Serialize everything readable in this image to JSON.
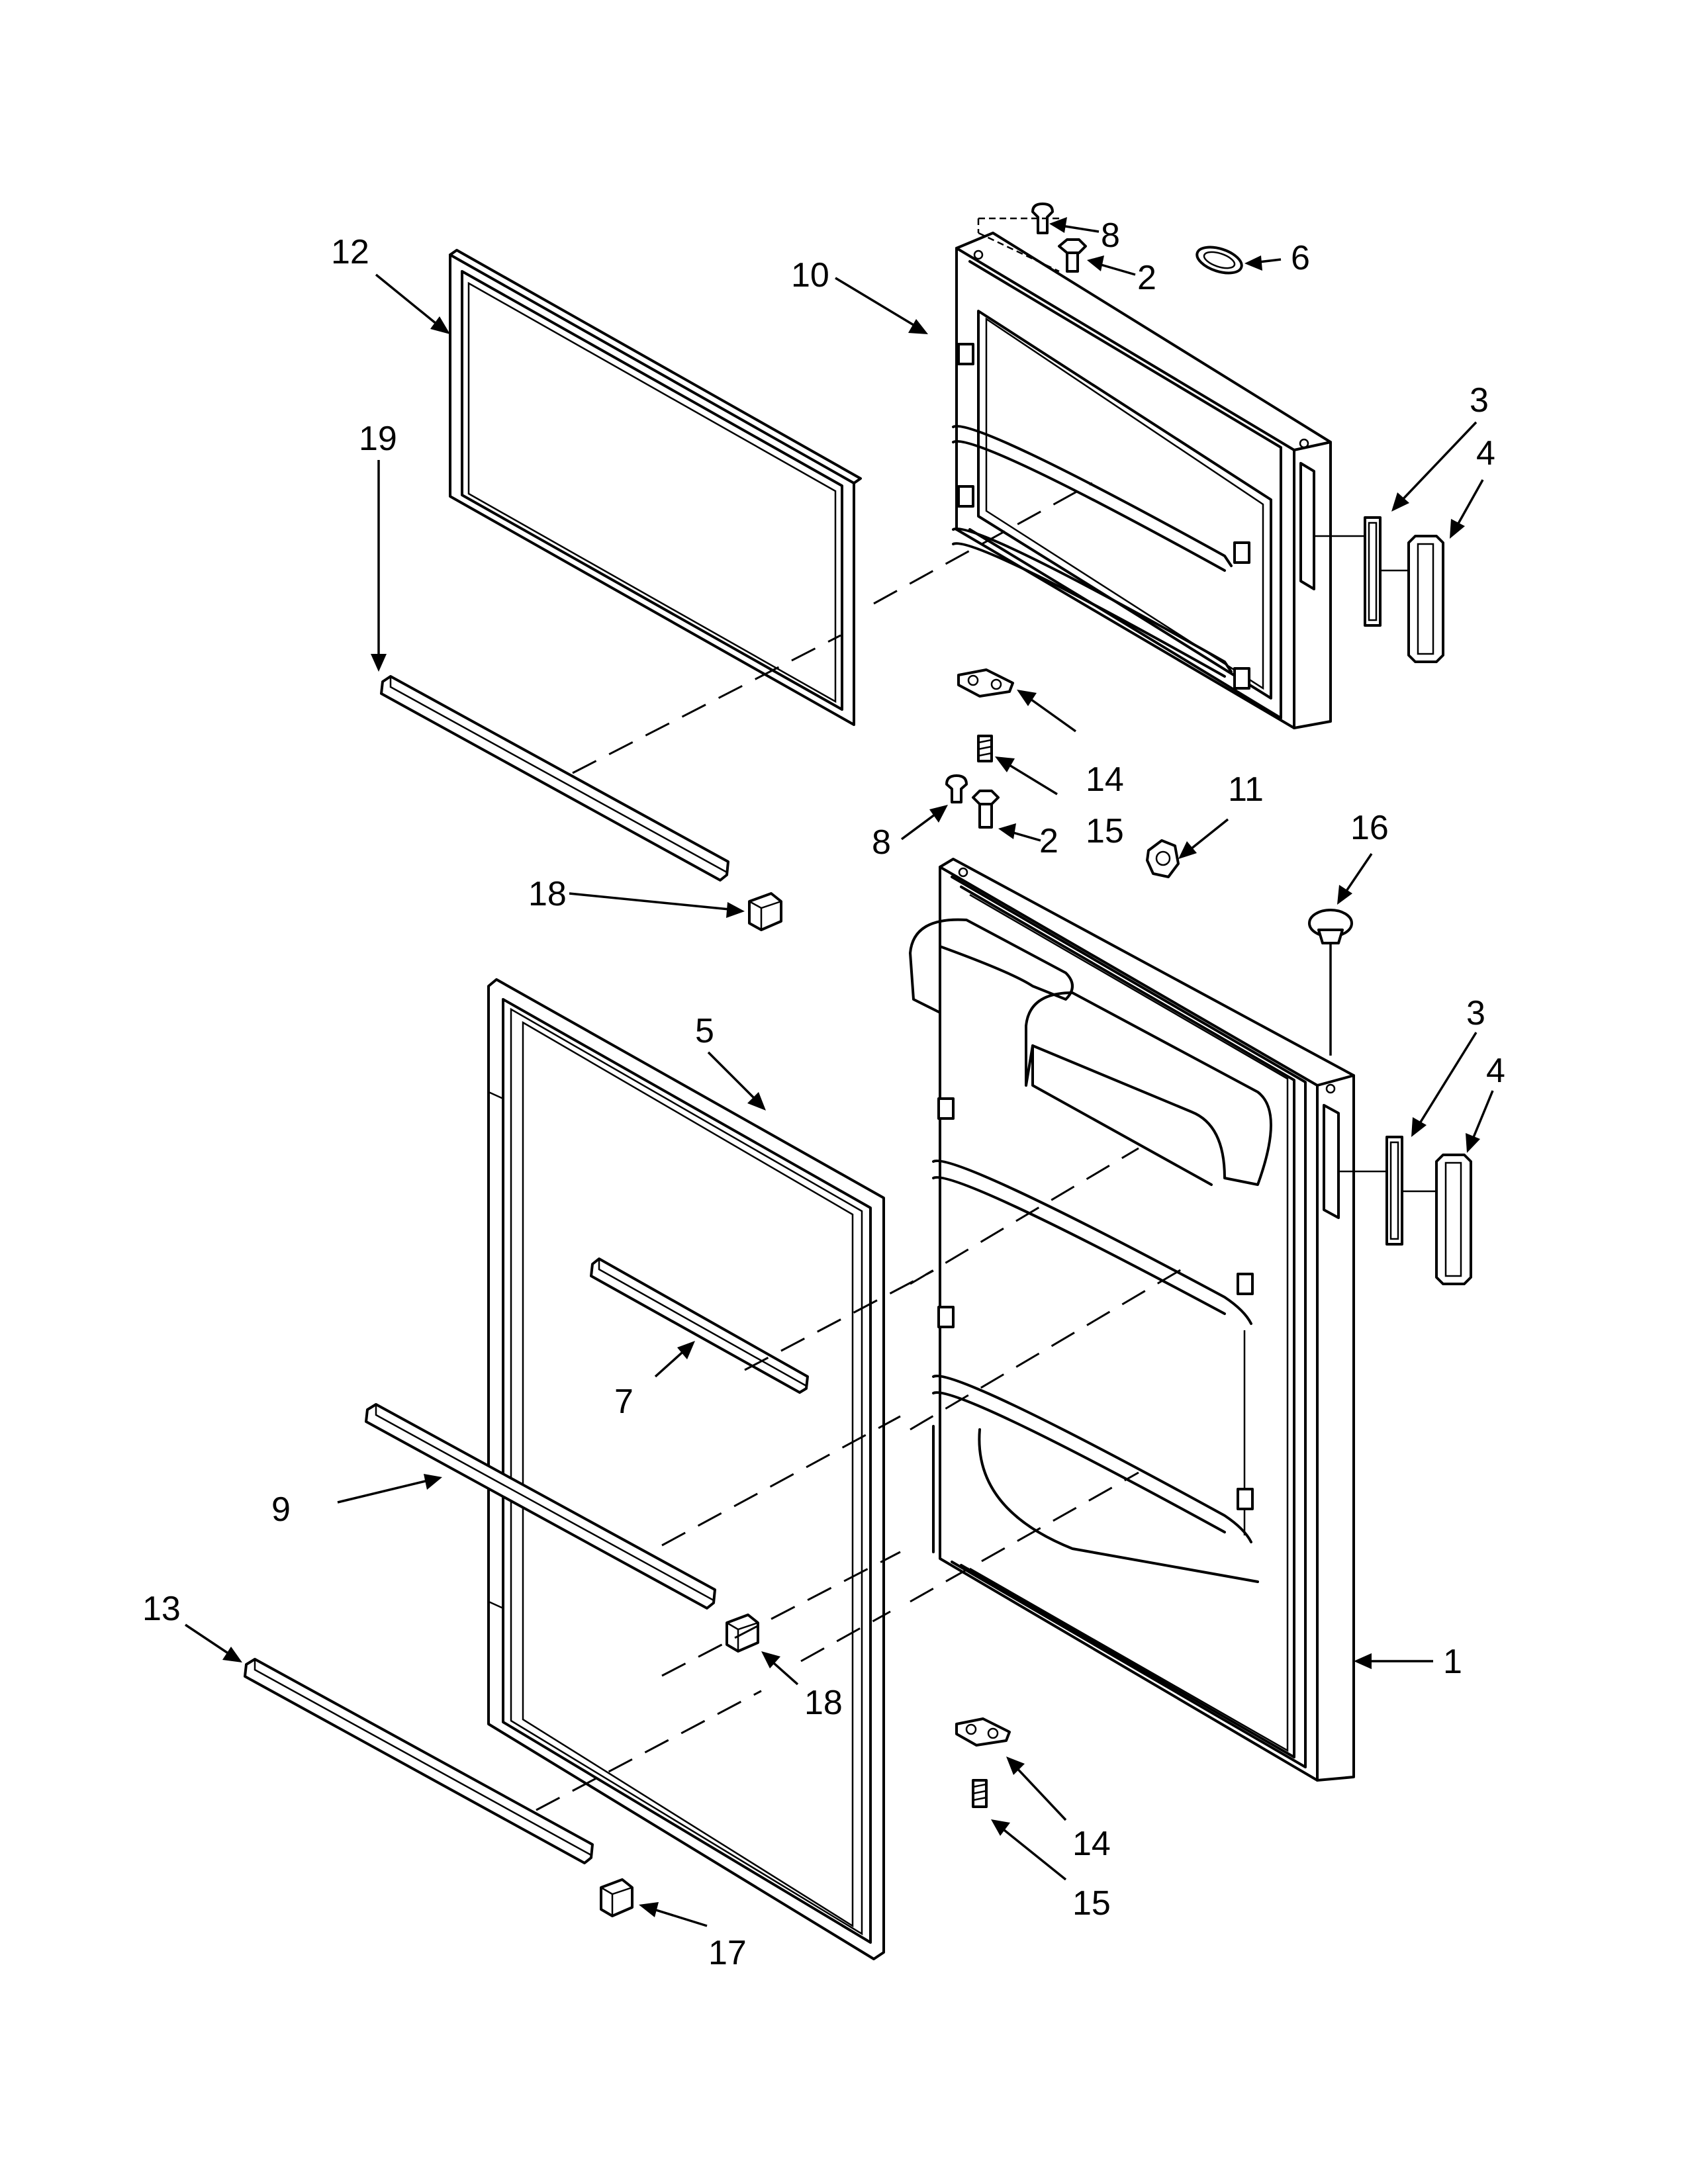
{
  "callouts": {
    "c1": "1",
    "c2a": "2",
    "c2b": "2",
    "c3a": "3",
    "c3b": "3",
    "c4a": "4",
    "c4b": "4",
    "c5": "5",
    "c6": "6",
    "c7": "7",
    "c8a": "8",
    "c8b": "8",
    "c9": "9",
    "c10": "10",
    "c11": "11",
    "c12": "12",
    "c13": "13",
    "c14a": "14",
    "c14b": "14",
    "c15a": "15",
    "c15b": "15",
    "c16": "16",
    "c17": "17",
    "c18a": "18",
    "c18b": "18",
    "c19": "19"
  }
}
